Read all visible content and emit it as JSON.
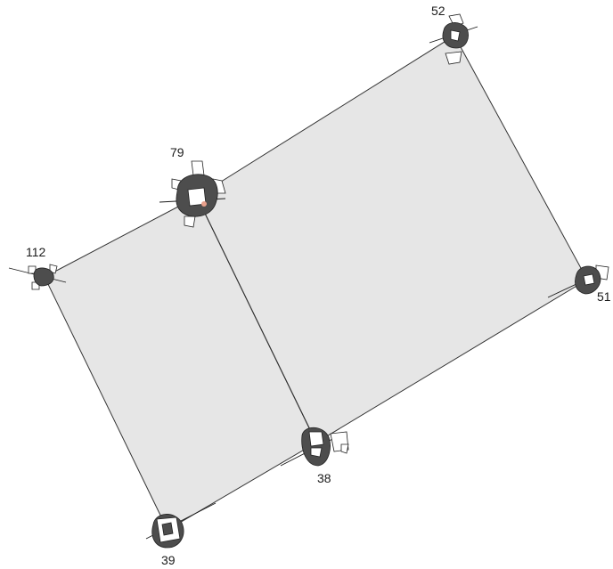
{
  "diagram": {
    "nodes": [
      {
        "id": "n52",
        "label": "52"
      },
      {
        "id": "n79",
        "label": "79"
      },
      {
        "id": "n112",
        "label": "112"
      },
      {
        "id": "n51",
        "label": "51"
      },
      {
        "id": "n38",
        "label": "38"
      },
      {
        "id": "n39",
        "label": "39"
      }
    ],
    "regions": [
      {
        "id": "left-panel",
        "vertices": [
          "n79",
          "n112",
          "n39",
          "n38"
        ]
      },
      {
        "id": "right-panel",
        "vertices": [
          "n79",
          "n52",
          "n51",
          "n38"
        ]
      }
    ],
    "colors": {
      "region_fill": "#e6e6e6",
      "outline": "#333333",
      "node_fill": "#4d4d4d",
      "accent": "#e8a08c"
    }
  }
}
